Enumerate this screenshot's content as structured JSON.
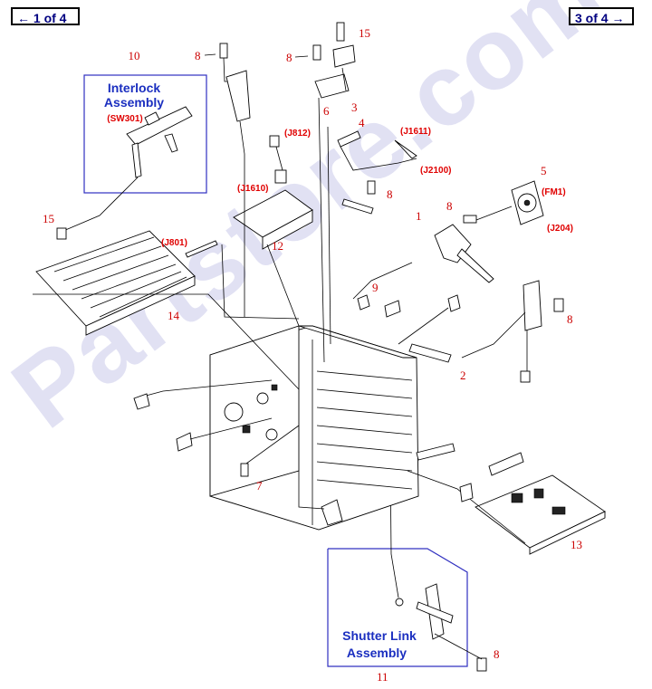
{
  "nav": {
    "prev_label": "← 1 of 4",
    "next_label": "3 of 4 →"
  },
  "watermark": "Partstore.com",
  "assemblies": {
    "interlock_title": "Interlock Assembly",
    "interlock_sub": "(SW301)",
    "shutter_title": "Shutter Link Assembly"
  },
  "callouts": {
    "c1": "1",
    "c2": "2",
    "c3": "3",
    "c4": "4",
    "c5": "5",
    "c6": "6",
    "c7": "7",
    "c8a": "8",
    "c8b": "8",
    "c8c": "8",
    "c8d": "8",
    "c8e": "8",
    "c8f": "8",
    "c9": "9",
    "c10": "10",
    "c11": "11",
    "c12": "12",
    "c13": "13",
    "c14": "14",
    "c15a": "15",
    "c15b": "15"
  },
  "connectors": {
    "j812": "(J812)",
    "j1611": "(J1611)",
    "j2100": "(J2100)",
    "j1610": "(J1610)",
    "fm1": "(FM1)",
    "j204": "(J204)",
    "j801": "(J801)"
  }
}
